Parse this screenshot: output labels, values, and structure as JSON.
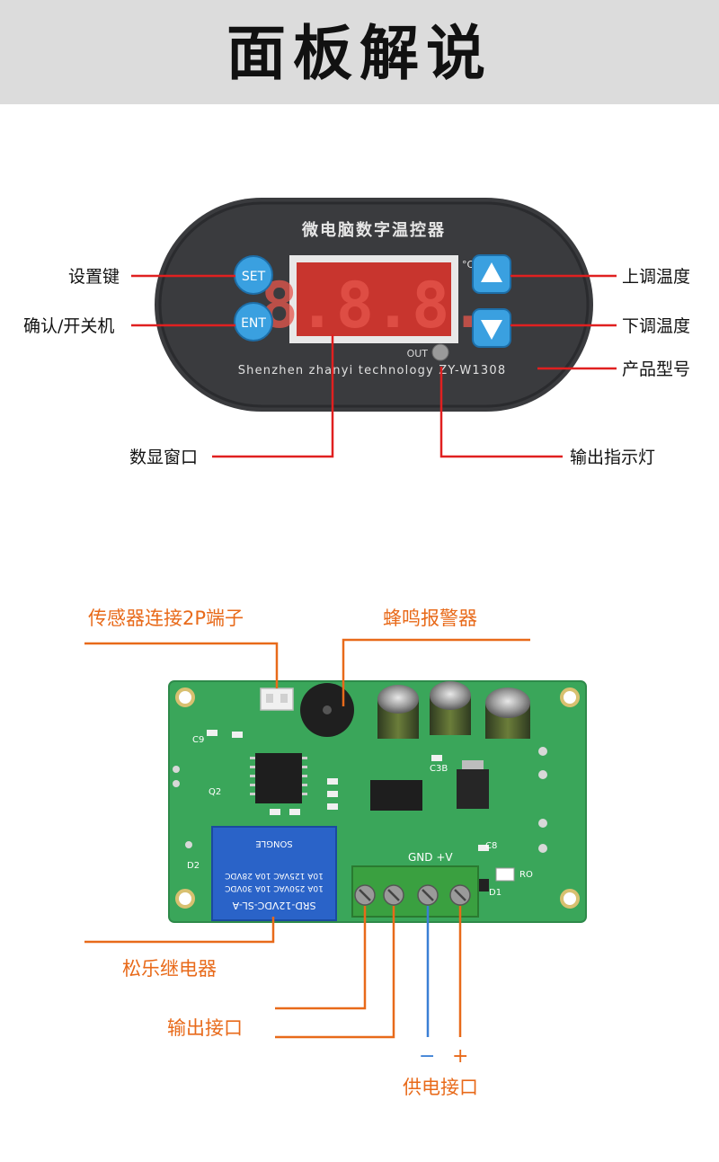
{
  "header": {
    "title": "面板解说"
  },
  "panel": {
    "title": "微电脑数字温控器",
    "unit": "°C",
    "set_key": "SET",
    "ent_key": "ENT",
    "out_label": "OUT",
    "brand_line": "Shenzhen zhanyi technology ZY-W1308",
    "display_digits": "8.8.8."
  },
  "panel_labels": {
    "set_key": "设置键",
    "confirm_power": "确认/开关机",
    "up_temp": "上调温度",
    "down_temp": "下调温度",
    "model": "产品型号",
    "display_window": "数显窗口",
    "output_indicator": "输出指示灯"
  },
  "board": {
    "relay_text": [
      "SRD-12VDC-SL-A",
      "10A 250VAC  10A 30VDC",
      "10A 125VAC  10A 28VDC",
      "SONGLE"
    ],
    "silk_gnd_v": "GND  +V",
    "silk_c3b": "C3B",
    "silk_c8": "C8",
    "silk_d1": "D1",
    "silk_d2": "D2",
    "silk_c9": "C9",
    "silk_q2": "Q2",
    "silk_ro": "RO"
  },
  "board_labels": {
    "sensor_port": "传感器连接2P端子",
    "buzzer": "蜂鸣报警器",
    "relay": "松乐继电器",
    "output_port": "输出接口",
    "minus": "−",
    "plus": "+",
    "power_port": "供电接口"
  },
  "colors": {
    "panel_line": "#e02020",
    "board_line_orange": "#e86a1a",
    "board_line_blue": "#3a7fd5",
    "pcb_green": "#3aa65a",
    "key_blue": "#3aa0e0"
  }
}
